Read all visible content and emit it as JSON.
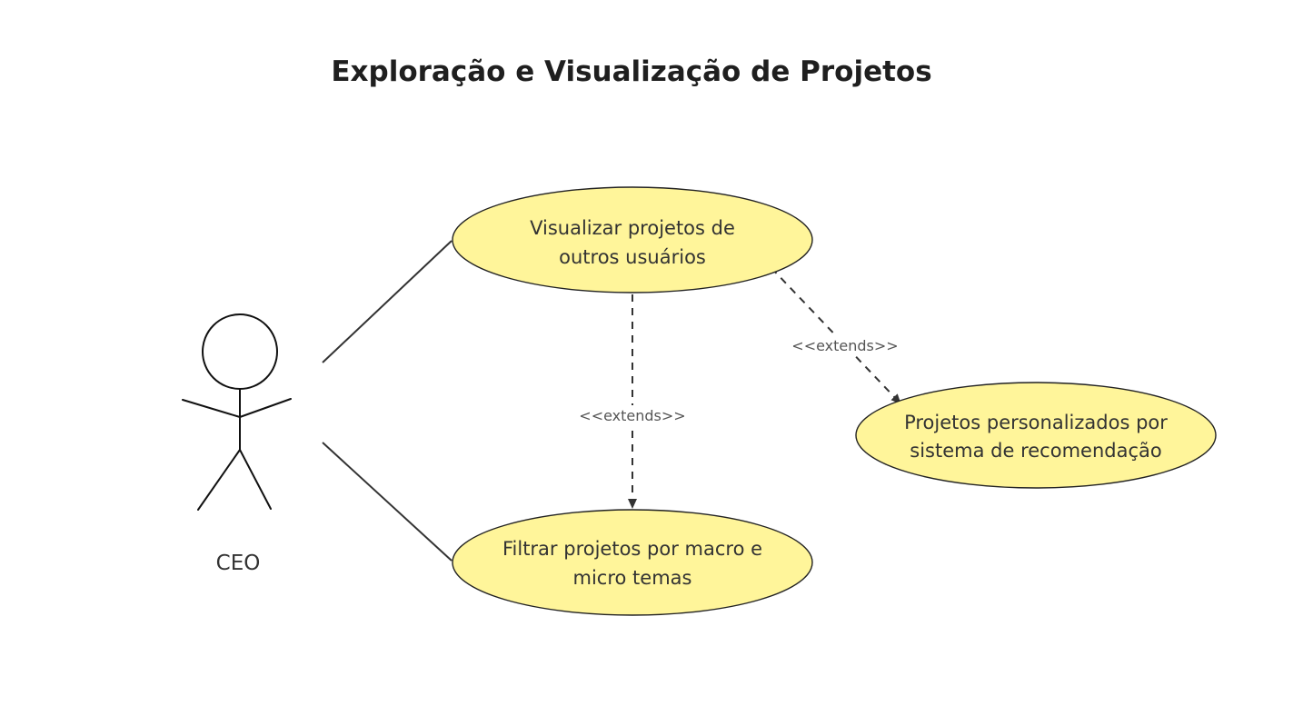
{
  "diagram": {
    "title": "Exploração e Visualização de Projetos",
    "actor": {
      "name": "CEO",
      "icon": "stick-figure-icon"
    },
    "use_cases": [
      {
        "id": "visualizar",
        "lines": [
          "Visualizar projetos de",
          "outros usuários"
        ]
      },
      {
        "id": "filtrar",
        "lines": [
          "Filtrar projetos por macro e",
          "micro temas"
        ]
      },
      {
        "id": "personalizados",
        "lines": [
          "Projetos personalizados por",
          "sistema de recomendação"
        ]
      }
    ],
    "relations": [
      {
        "from": "visualizar",
        "to": "filtrar",
        "label": "<<extends>>"
      },
      {
        "from": "visualizar",
        "to": "personalizados",
        "label": "<<extends>>"
      }
    ],
    "colors": {
      "use_case_fill": "#fff59a",
      "line": "#333333"
    }
  }
}
